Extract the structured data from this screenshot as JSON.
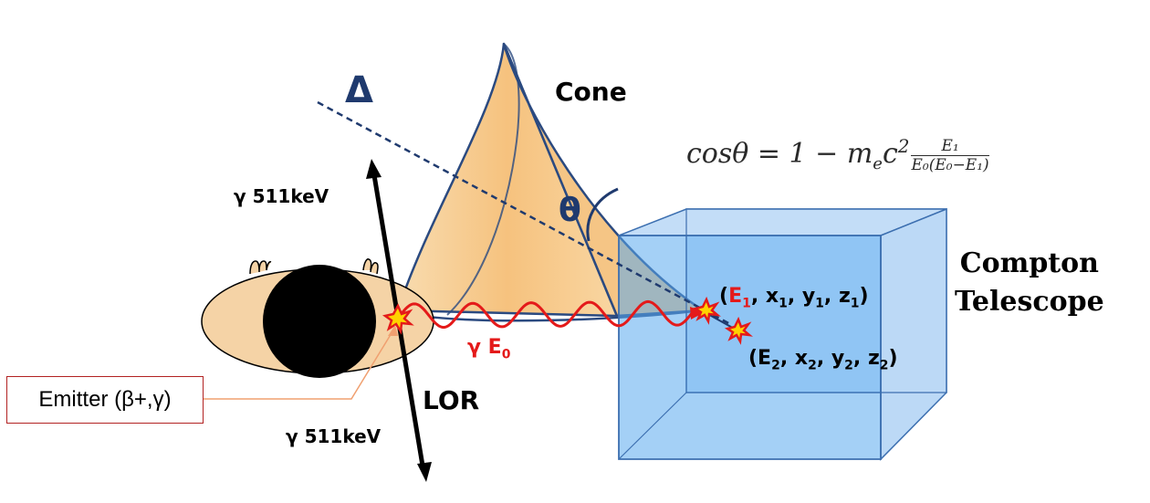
{
  "labels": {
    "delta": "Δ",
    "cone": "Cone",
    "theta": "θ",
    "gamma_top": "γ 511keV",
    "gamma_bottom": "γ 511keV",
    "lor": "LOR",
    "gamma_e0_prefix": "γ E",
    "gamma_e0_sub": "0",
    "compton_line1": "Compton",
    "compton_line2": "Telescope",
    "emitter": "Emitter (β+,γ)"
  },
  "formula": {
    "lhs": "cosθ = 1  − m",
    "me_sub": "e",
    "c": "c",
    "c_sup": "2",
    "numerator": "E₁",
    "denominator": "E₀(E₀−E₁)"
  },
  "point1": {
    "open": "(",
    "e": "E",
    "e_sub": "1",
    "x": ", x",
    "x_sub": "1",
    "y": ", y",
    "y_sub": "1",
    "z": ", z",
    "z_sub": "1",
    "close": ")"
  },
  "point2": {
    "open": "(E",
    "e_sub": "2",
    "x": ", x",
    "x_sub": "2",
    "y": ", y",
    "y_sub": "2",
    "z": ", z",
    "z_sub": "2",
    "close": ")"
  },
  "colors": {
    "cone_fill": "#f7c98a",
    "cube_fill": "#5aa9ef",
    "cube_edge": "#3c6fb0",
    "wave": "#e41a1a",
    "axis_dash": "#1f3a6e",
    "head_skin": "#f5d3a6"
  }
}
